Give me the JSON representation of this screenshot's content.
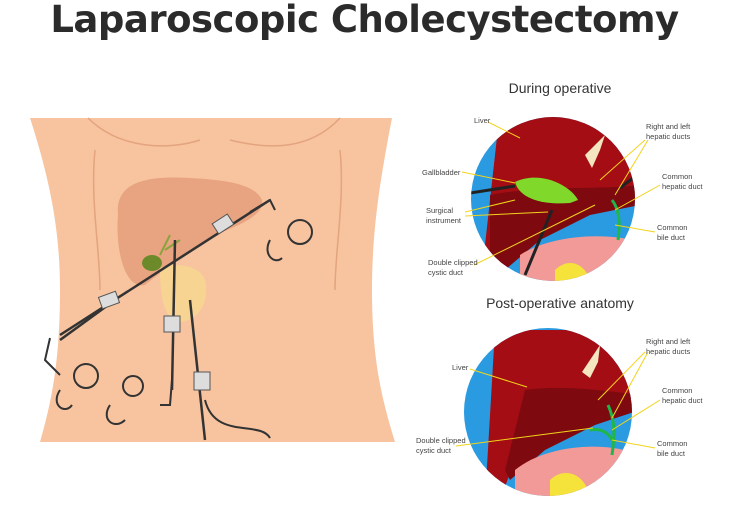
{
  "title": "Laparoscopic Cholecystectomy",
  "panels": [
    {
      "heading": "During operative",
      "labels": {
        "liver": "Liver",
        "gallbladder": "Gallbladder",
        "surgical_instrument": [
          "Surgical",
          "instrument"
        ],
        "double_clipped": [
          "Double clipped",
          "cystic duct"
        ],
        "hepatic_ducts": [
          "Right and left",
          "hepatic ducts"
        ],
        "common_hepatic": [
          "Common",
          "hepatic duct"
        ],
        "common_bile": [
          "Common",
          "bile duct"
        ]
      }
    },
    {
      "heading": "Post-operative anatomy",
      "labels": {
        "liver": "Liver",
        "double_clipped": [
          "Double clipped",
          "cystic duct"
        ],
        "hepatic_ducts": [
          "Right and left",
          "hepatic ducts"
        ],
        "common_hepatic": [
          "Common",
          "hepatic duct"
        ],
        "common_bile": [
          "Common",
          "bile duct"
        ]
      }
    }
  ],
  "colors": {
    "skin": "#f7c49f",
    "liver": "#a50d14",
    "liver_dark": "#7e0a10",
    "background_blue": "#2a9be0",
    "gallbladder": "#7fd82a",
    "stomach": "#f19a98",
    "yellow": "#f5e23a",
    "duct_green": "#1fb64a"
  }
}
